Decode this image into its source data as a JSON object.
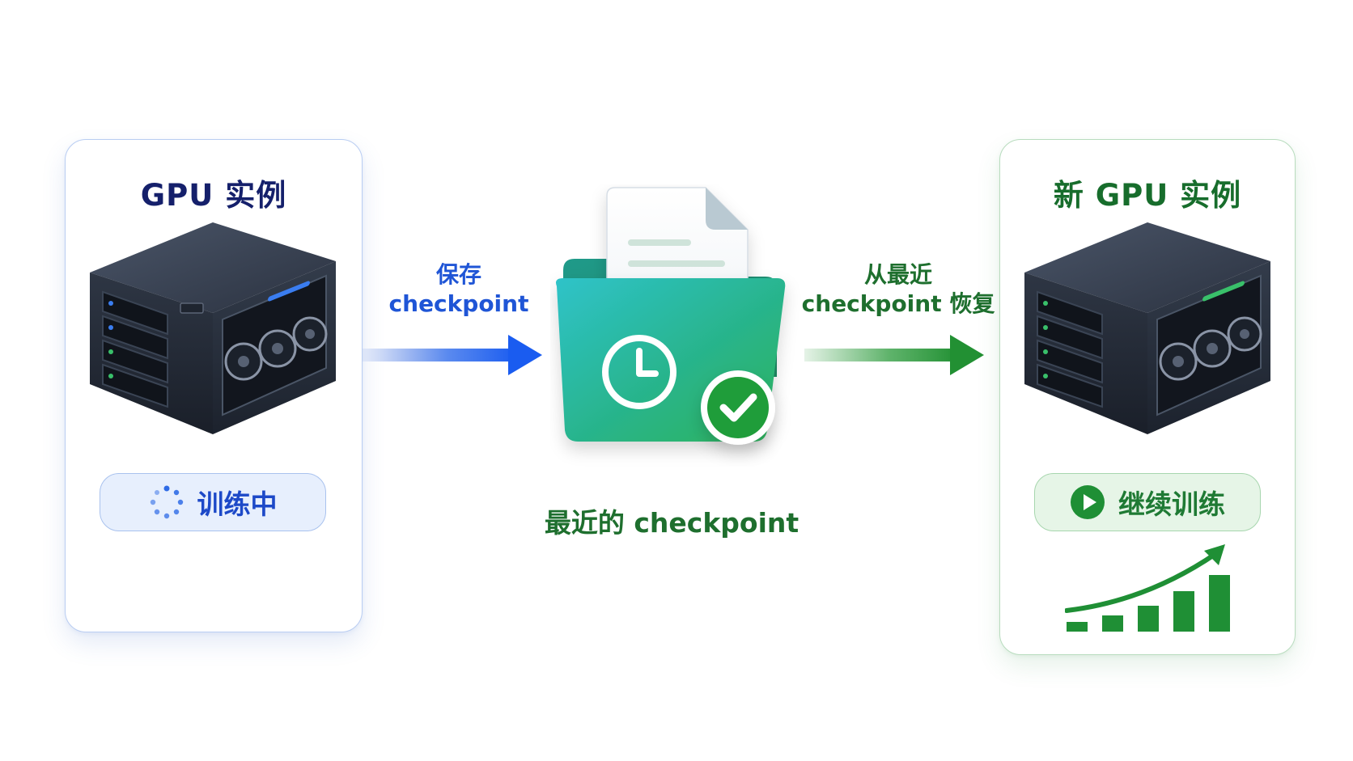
{
  "left_card": {
    "title": "GPU 实例",
    "status": "训练中",
    "status_icon": "loading-spinner-icon",
    "accent": "#1d49c8"
  },
  "save_arrow": {
    "line1": "保存",
    "line2": "checkpoint",
    "color": "#1f55d6"
  },
  "center": {
    "caption": "最近的 checkpoint",
    "icons": [
      "document-icon",
      "folder-icon",
      "clock-icon",
      "check-badge-icon"
    ]
  },
  "restore_arrow": {
    "line1": "从最近",
    "line2": "checkpoint 恢复",
    "color": "#2a9a3a"
  },
  "right_card": {
    "title": "新 GPU 实例",
    "status": "继续训练",
    "status_icon": "play-icon",
    "chart_icon": "growth-chart-icon",
    "accent": "#1f7a34"
  }
}
